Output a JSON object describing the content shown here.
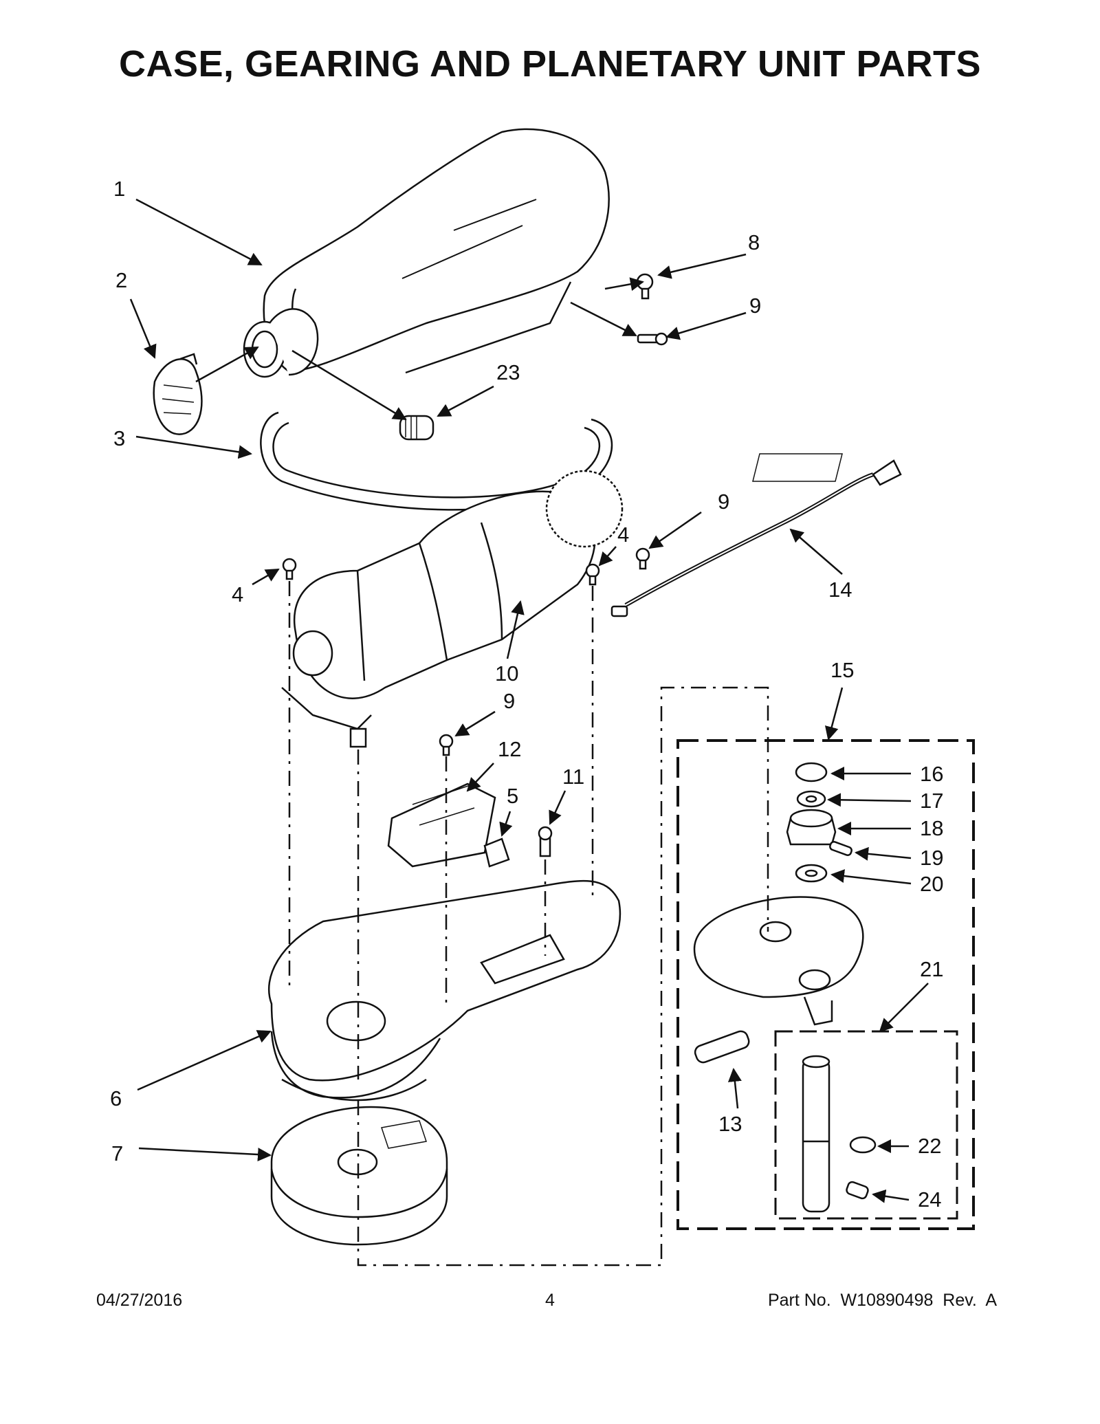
{
  "page_title": "CASE, GEARING AND PLANETARY UNIT PARTS",
  "callouts": {
    "c1": "1",
    "c2": "2",
    "c3": "3",
    "c4a": "4",
    "c4b": "4",
    "c5": "5",
    "c6": "6",
    "c7": "7",
    "c8": "8",
    "c9a": "9",
    "c9b": "9",
    "c9c": "9",
    "c10": "10",
    "c11": "11",
    "c12": "12",
    "c13": "13",
    "c14": "14",
    "c15": "15",
    "c16": "16",
    "c17": "17",
    "c18": "18",
    "c19": "19",
    "c20": "20",
    "c21": "21",
    "c22": "22",
    "c23": "23",
    "c24": "24"
  },
  "footer": {
    "date": "04/27/2016",
    "page": "4",
    "part": "Part No.  W10890498  Rev.  A"
  }
}
